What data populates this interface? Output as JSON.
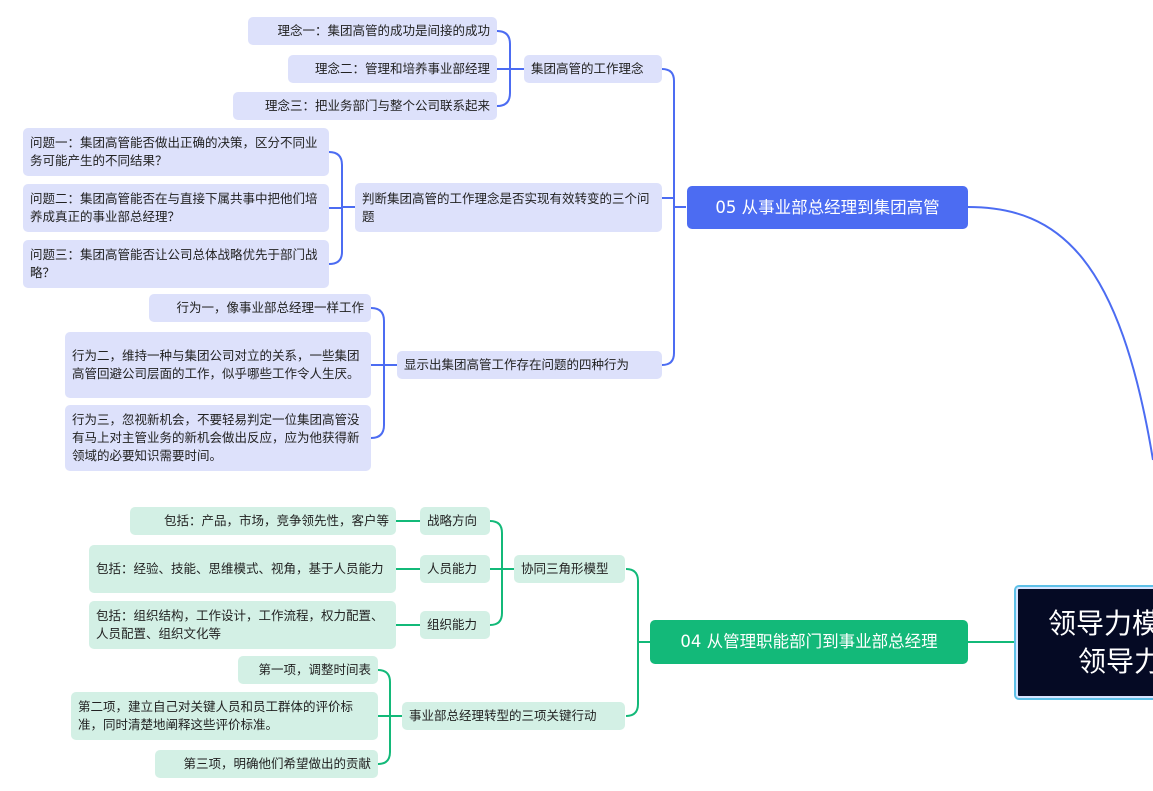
{
  "root": {
    "line1": "领导力模",
    "line2": "领导力"
  },
  "branch05": {
    "title": "05 从事业部总经理到集团高管",
    "groups": [
      {
        "label": "集团高管的工作理念",
        "items": [
          "理念一：集团高管的成功是间接的成功",
          "理念二：管理和培养事业部经理",
          "理念三：把业务部门与整个公司联系起来"
        ]
      },
      {
        "label": "判断集团高管的工作理念是否实现有效转变的三个问题",
        "items": [
          "问题一：集团高管能否做出正确的决策，区分不同业务可能产生的不同结果？",
          "问题二：集团高管能否在与直接下属共事中把他们培养成真正的事业部总经理？",
          "问题三：集团高管能否让公司总体战略优先于部门战略？"
        ]
      },
      {
        "label": "显示出集团高管工作存在问题的四种行为",
        "items": [
          "行为一，像事业部总经理一样工作",
          "行为二，维持一种与集团公司对立的关系，一些集团高管回避公司层面的工作，似乎哪些工作令人生厌。",
          "行为三，忽视新机会，不要轻易判定一位集团高管没有马上对主管业务的新机会做出反应，应为他获得新领域的必要知识需要时间。"
        ]
      }
    ]
  },
  "branch04": {
    "title": "04 从管理职能部门到事业部总经理",
    "triangle": {
      "label": "协同三角形模型",
      "items": [
        {
          "label": "战略方向",
          "detail": "包括：产品，市场，竞争领先性，客户等"
        },
        {
          "label": "人员能力",
          "detail": "包括：经验、技能、思维模式、视角，基于人员能力"
        },
        {
          "label": "组织能力",
          "detail": "包括：组织结构，工作设计，工作流程，权力配置、人员配置、组织文化等"
        }
      ]
    },
    "actions": {
      "label": "事业部总经理转型的三项关键行动",
      "items": [
        "第一项，调整时间表",
        "第二项，建立自己对关键人员和员工群体的评价标准，同时清楚地阐释这些评价标准。",
        "第三项，明确他们希望做出的贡献"
      ]
    }
  },
  "colors": {
    "blue": "#4c6cf2",
    "green": "#13b979",
    "root_bg": "#050a24"
  }
}
